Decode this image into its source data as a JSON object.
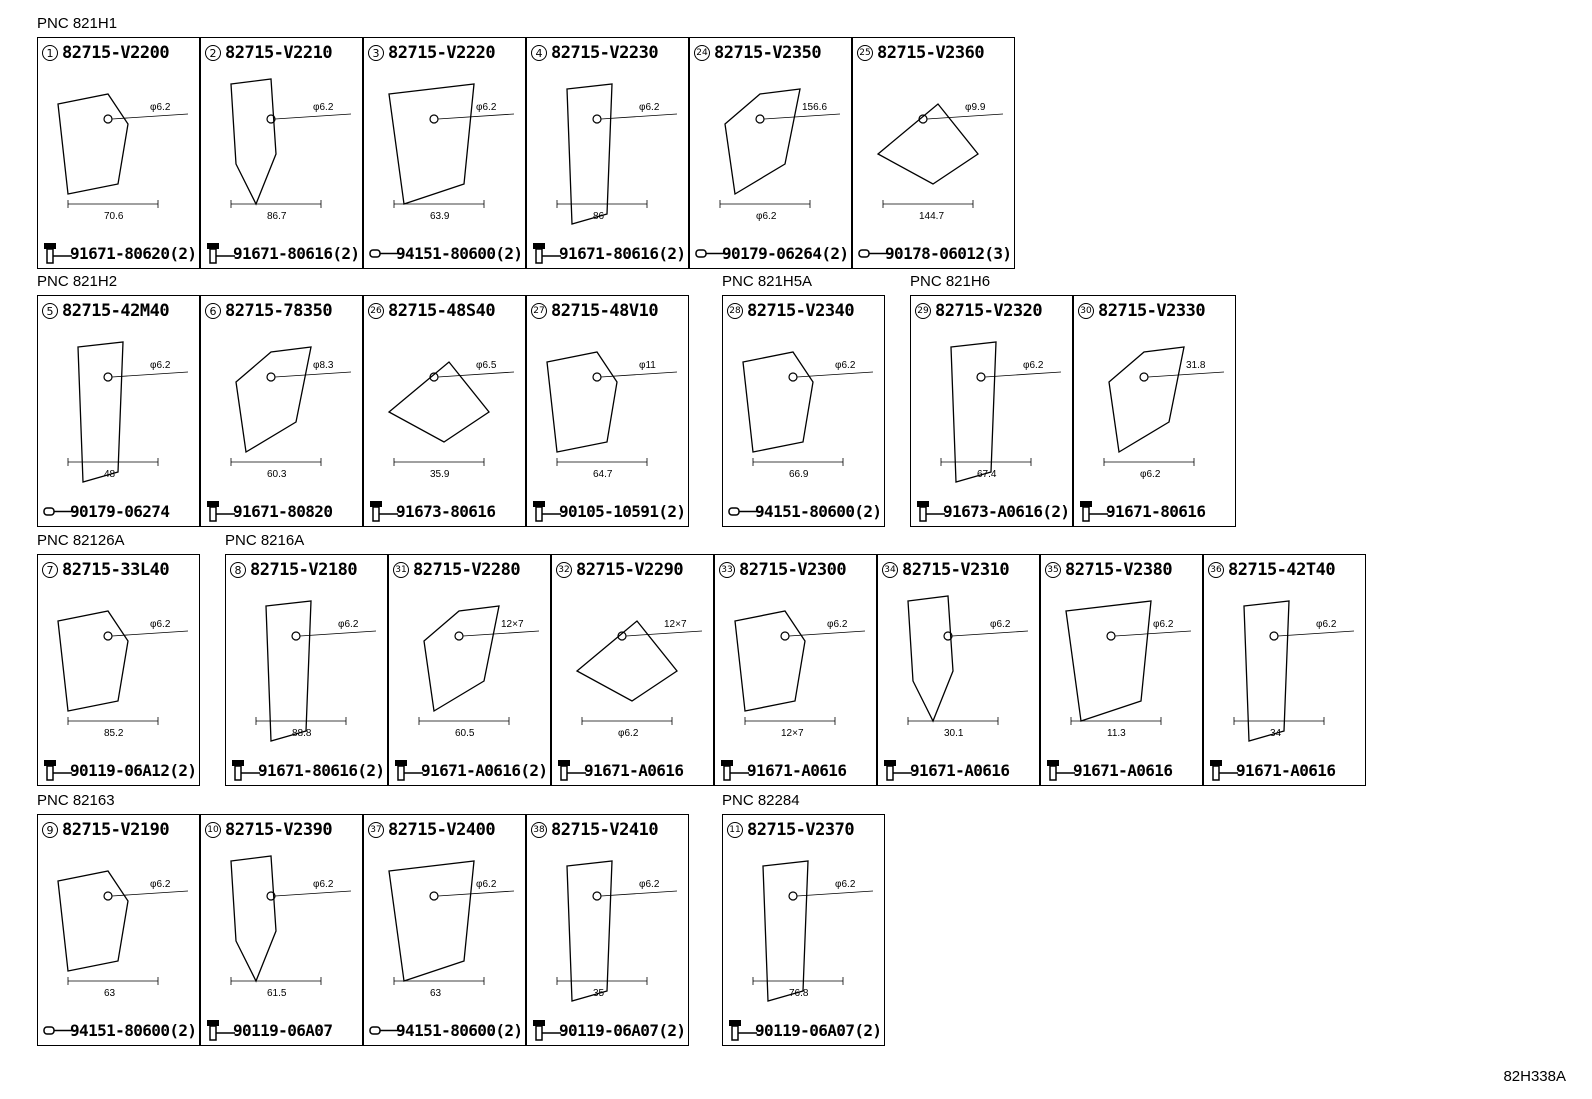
{
  "groups": [
    {
      "label": "PNC 821H1",
      "panels": [
        {
          "num": "1",
          "part": "82715-V2200",
          "fastener_type": "bolt",
          "fastener": "91671-80620(2)",
          "dims": [
            "φ6.2",
            "70.6"
          ]
        },
        {
          "num": "2",
          "part": "82715-V2210",
          "fastener_type": "bolt",
          "fastener": "91671-80616(2)",
          "dims": [
            "φ6.2",
            "86.7"
          ]
        },
        {
          "num": "3",
          "part": "82715-V2220",
          "fastener_type": "clip",
          "fastener": "94151-80600(2)",
          "dims": [
            "φ6.2",
            "63.9"
          ]
        },
        {
          "num": "4",
          "part": "82715-V2230",
          "fastener_type": "bolt",
          "fastener": "91671-80616(2)",
          "dims": [
            "φ6.2",
            "86"
          ]
        },
        {
          "num": "24",
          "part": "82715-V2350",
          "fastener_type": "clip",
          "fastener": "90179-06264(2)",
          "dims": [
            "156.6",
            "φ6.2"
          ]
        },
        {
          "num": "25",
          "part": "82715-V2360",
          "fastener_type": "clip",
          "fastener": "90178-06012(3)",
          "dims": [
            "φ9.9",
            "144.7"
          ]
        }
      ]
    },
    {
      "label": "PNC 821H2",
      "panels": [
        {
          "num": "5",
          "part": "82715-42M40",
          "fastener_type": "clip",
          "fastener": "90179-06274",
          "dims": [
            "φ6.2",
            "48"
          ]
        },
        {
          "num": "6",
          "part": "82715-78350",
          "fastener_type": "bolt",
          "fastener": "91671-80820",
          "dims": [
            "φ8.3",
            "60.3"
          ]
        },
        {
          "num": "26",
          "part": "82715-48S40",
          "fastener_type": "bolt",
          "fastener": "91673-80616",
          "dims": [
            "φ6.5",
            "35.9"
          ]
        },
        {
          "num": "27",
          "part": "82715-48V10",
          "fastener_type": "bolt",
          "fastener": "90105-10591(2)",
          "dims": [
            "φ11",
            "64.7"
          ]
        }
      ]
    },
    {
      "label": "PNC 821H5A",
      "panels": [
        {
          "num": "28",
          "part": "82715-V2340",
          "fastener_type": "clip",
          "fastener": "94151-80600(2)",
          "dims": [
            "φ6.2",
            "66.9"
          ]
        }
      ]
    },
    {
      "label": "PNC 821H6",
      "panels": [
        {
          "num": "29",
          "part": "82715-V2320",
          "fastener_type": "bolt",
          "fastener": "91673-A0616(2)",
          "dims": [
            "φ6.2",
            "67.4"
          ]
        },
        {
          "num": "30",
          "part": "82715-V2330",
          "fastener_type": "bolt",
          "fastener": "91671-80616",
          "dims": [
            "31.8",
            "φ6.2"
          ]
        }
      ]
    },
    {
      "label": "PNC 82126A",
      "panels": [
        {
          "num": "7",
          "part": "82715-33L40",
          "fastener_type": "bolt",
          "fastener": "90119-06A12(2)",
          "dims": [
            "φ6.2",
            "85.2"
          ]
        }
      ]
    },
    {
      "label": "PNC 8216A",
      "panels": [
        {
          "num": "8",
          "part": "82715-V2180",
          "fastener_type": "bolt",
          "fastener": "91671-80616(2)",
          "dims": [
            "φ6.2",
            "88.8"
          ]
        },
        {
          "num": "31",
          "part": "82715-V2280",
          "fastener_type": "bolt",
          "fastener": "91671-A0616(2)",
          "dims": [
            "12×7",
            "60.5"
          ]
        },
        {
          "num": "32",
          "part": "82715-V2290",
          "fastener_type": "bolt",
          "fastener": "91671-A0616",
          "dims": [
            "12×7",
            "φ6.2"
          ]
        },
        {
          "num": "33",
          "part": "82715-V2300",
          "fastener_type": "bolt",
          "fastener": "91671-A0616",
          "dims": [
            "φ6.2",
            "12×7"
          ]
        },
        {
          "num": "34",
          "part": "82715-V2310",
          "fastener_type": "bolt",
          "fastener": "91671-A0616",
          "dims": [
            "φ6.2",
            "30.1"
          ]
        },
        {
          "num": "35",
          "part": "82715-V2380",
          "fastener_type": "bolt",
          "fastener": "91671-A0616",
          "dims": [
            "φ6.2",
            "11.3"
          ]
        },
        {
          "num": "36",
          "part": "82715-42T40",
          "fastener_type": "bolt",
          "fastener": "91671-A0616",
          "dims": [
            "φ6.2",
            "34"
          ]
        }
      ]
    },
    {
      "label": "PNC 82163",
      "panels": [
        {
          "num": "9",
          "part": "82715-V2190",
          "fastener_type": "clip",
          "fastener": "94151-80600(2)",
          "dims": [
            "φ6.2",
            "63"
          ]
        },
        {
          "num": "10",
          "part": "82715-V2390",
          "fastener_type": "bolt",
          "fastener": "90119-06A07",
          "dims": [
            "φ6.2",
            "61.5"
          ]
        },
        {
          "num": "37",
          "part": "82715-V2400",
          "fastener_type": "clip",
          "fastener": "94151-80600(2)",
          "dims": [
            "φ6.2",
            "63"
          ]
        },
        {
          "num": "38",
          "part": "82715-V2410",
          "fastener_type": "bolt",
          "fastener": "90119-06A07(2)",
          "dims": [
            "φ6.2",
            "35"
          ]
        }
      ]
    },
    {
      "label": "PNC 82284",
      "panels": [
        {
          "num": "11",
          "part": "82715-V2370",
          "fastener_type": "bolt",
          "fastener": "90119-06A07(2)",
          "dims": [
            "φ6.2",
            "76.8"
          ]
        }
      ]
    }
  ],
  "figure_ref": "82H338A"
}
